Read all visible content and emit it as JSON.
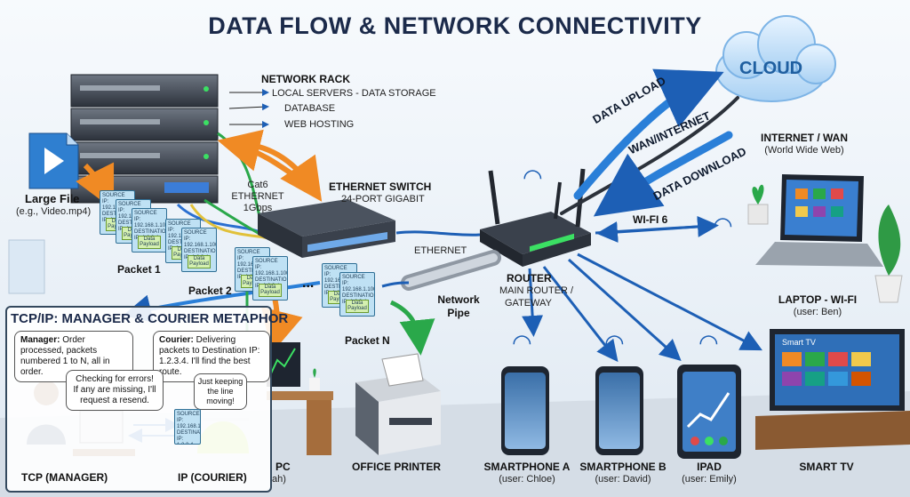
{
  "title": "DATA FLOW & NETWORK CONNECTIVITY",
  "cloud": "CLOUD",
  "internet": {
    "label": "INTERNET / WAN",
    "sub": "(World Wide Web)"
  },
  "rack": {
    "title": "NETWORK RACK",
    "items": [
      "LOCAL SERVERS - DATA STORAGE",
      "DATABASE",
      "WEB HOSTING"
    ]
  },
  "large_file": {
    "label": "Large File",
    "sub": "(e.g., Video.mp4)"
  },
  "cable": {
    "line1": "Cat6",
    "line2": "ETHERNET",
    "line3": "1Gbps"
  },
  "switch": {
    "label": "ETHERNET SWITCH",
    "sub": "24-PORT GIGABIT"
  },
  "arrows": {
    "upload": "DATA UPLOAD",
    "wan": "WAN/INTERNET",
    "download": "DATA DOWNLOAD",
    "wifi6": "WI-FI 6",
    "ethernet": "ETHERNET"
  },
  "packets": {
    "p1": "Packet 1",
    "p2": "Packet 2",
    "pn": "Packet N",
    "dots": "...",
    "header_text": "SOURCE IP: 192.168.1.100 DESTINATION IP: 1.2.3.4",
    "payload": "Data Payload"
  },
  "router": {
    "label": "ROUTER",
    "sub1": "MAIN ROUTER /",
    "sub2": "GATEWAY"
  },
  "network_pipe": {
    "line1": "Network",
    "line2": "Pipe"
  },
  "laptop": {
    "label": "LAPTOP - WI-FI",
    "sub": "(user: Ben)"
  },
  "panel": {
    "title": "TCP/IP: MANAGER & COURIER METAPHOR",
    "manager_name": "Manager:",
    "manager_text": " Order processed, packets numbered 1 to N, all in order.",
    "courier_name": "Courier:",
    "courier_text": " Delivering packets to Destination IP: 1.2.3.4. I'll find the best route.",
    "check": "Checking for errors! If any are missing, I'll request a resend.",
    "keep": "Just keeping the line moving!",
    "tcp": "TCP (MANAGER)",
    "ip": "IP (COURIER)"
  },
  "pc": {
    "label": "PC",
    "sub": "ah)"
  },
  "printer": "OFFICE PRINTER",
  "phone_a": {
    "label": "SMARTPHONE A",
    "sub": "(user: Chloe)"
  },
  "phone_b": {
    "label": "SMARTPHONE B",
    "sub": "(user: David)"
  },
  "ipad": {
    "label": "IPAD",
    "sub": "(user: Emily)"
  },
  "tv": {
    "label": "SMART TV",
    "screen": "Smart TV"
  },
  "colors": {
    "accent": "#1d5fb5",
    "orange": "#f08a24",
    "green": "#2aa84a",
    "dark": "#1b2a4a"
  }
}
